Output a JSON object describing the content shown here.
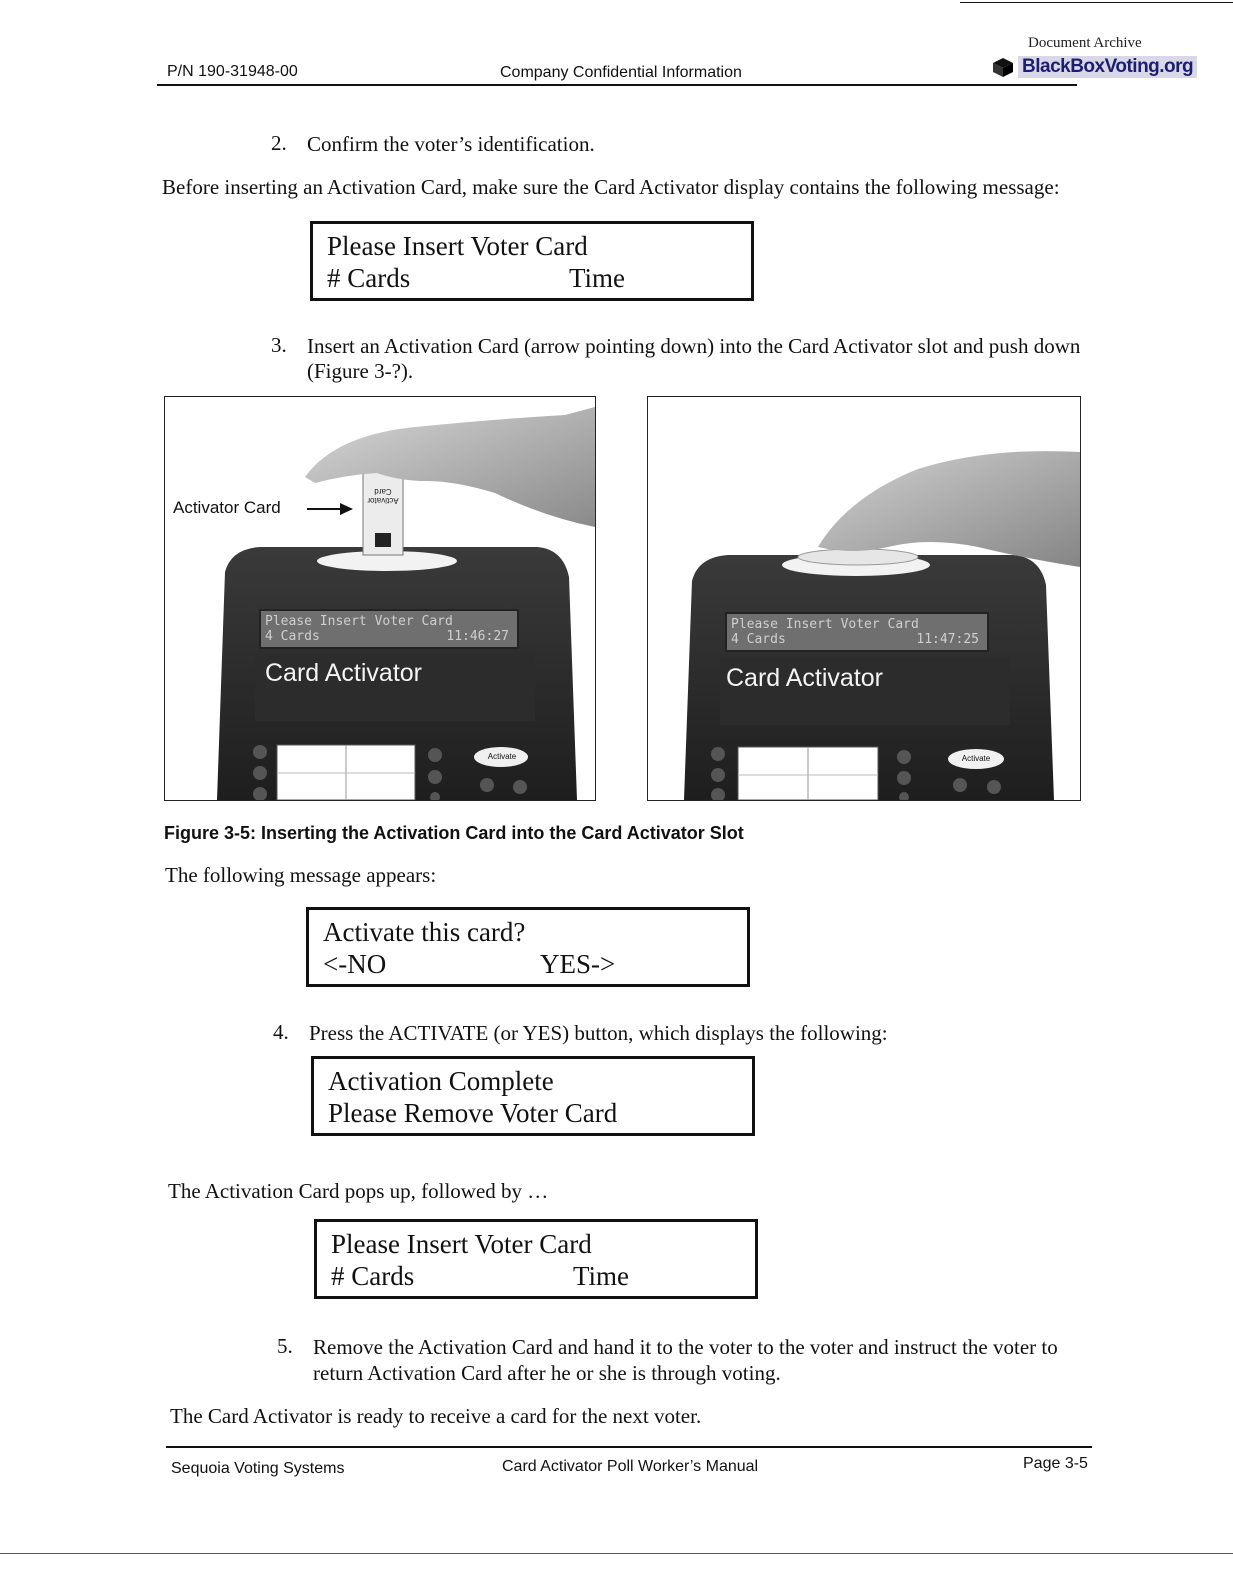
{
  "header": {
    "part_number": "P/N 190-31948-00",
    "confidential": "Company Confidential Information",
    "archive_label": "Document Archive",
    "archive_logo": "BlackBoxVoting.org"
  },
  "steps": {
    "step2": {
      "number": "2.",
      "text": "Confirm the voter’s identification."
    },
    "step3": {
      "number": "3.",
      "line1": "Insert an Activation Card (arrow pointing down) into the Card Activator slot and push down",
      "line2": "(Figure 3-?)."
    },
    "step4": {
      "number": "4.",
      "text": "Press the ACTIVATE (or YES) button, which displays the following:"
    },
    "step5": {
      "number": "5.",
      "line1": "Remove the Activation Card and hand it to the voter to the voter and instruct the voter to",
      "line2": "return Activation Card after he or she is through voting."
    }
  },
  "paragraphs": {
    "before_insert": "Before inserting an Activation Card, make sure the Card Activator display contains the following message:",
    "following_message": "The following message appears:",
    "pops_up": "The Activation Card pops up, followed by …",
    "ready": "The Card Activator is ready to receive a card for the next voter."
  },
  "displays": {
    "insert_1": {
      "line1": "Please  Insert  Voter  Card",
      "line2_left": "# Cards",
      "line2_right": "Time"
    },
    "activate": {
      "line1": "Activate  this  card?",
      "line2_left": "<-NO",
      "line2_right": "YES->"
    },
    "complete": {
      "line1": "Activation  Complete",
      "line2_left": "Please  Remove  Voter  Card",
      "line2_right": ""
    },
    "insert_2": {
      "line1": "Please  Insert  Voter  Card",
      "line2_left": "# Cards",
      "line2_right": "Time"
    }
  },
  "figure": {
    "activator_card_label": "Activator Card",
    "left": {
      "screen_line1": "Please Insert Voter Card",
      "screen_line2_left": "4 Cards",
      "screen_line2_right": "11:46:27",
      "device_label": "Card Activator",
      "button_label": "Activate",
      "card_text": "Activator Card"
    },
    "right": {
      "screen_line1": "Please Insert Voter Card",
      "screen_line2_left": "4 Cards",
      "screen_line2_right": "11:47:25",
      "device_label": "Card Activator",
      "button_label": "Activate"
    },
    "caption": "Figure 3-5: Inserting the Activation Card into the Card Activator Slot"
  },
  "footer": {
    "company": "Sequoia Voting Systems",
    "manual": "Card Activator Poll Worker’s Manual",
    "page": "Page 3-5"
  }
}
